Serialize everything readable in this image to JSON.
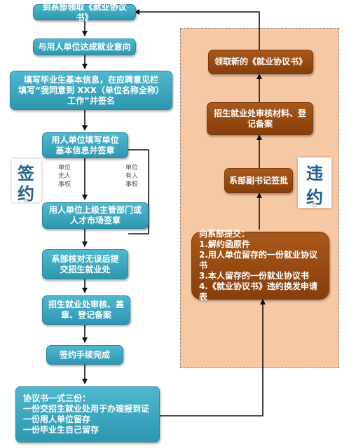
{
  "left_steps": [
    {
      "id": "s1",
      "lines": [
        "到系部领取《就业协议书》"
      ]
    },
    {
      "id": "s2",
      "lines": [
        "与用人单位达成就业意向"
      ]
    },
    {
      "id": "s3",
      "lines": [
        "填写毕业生基本信息，在应聘意见栏",
        "填写“我同意到 XXX（单位名称全称）",
        "工作”并签名"
      ]
    },
    {
      "id": "s4",
      "lines": [
        "用人单位填写单位",
        "基本信息并签章"
      ]
    },
    {
      "id": "s5",
      "lines": [
        "用人单位上级主管部门或",
        "人才市场签章"
      ]
    },
    {
      "id": "s6",
      "lines": [
        "系部核对无误后提",
        "交招生就业处"
      ]
    },
    {
      "id": "s7",
      "lines": [
        "招生就业处审核、盖",
        "章、登记备案"
      ]
    },
    {
      "id": "s8",
      "lines": [
        "签约手续完成"
      ]
    },
    {
      "id": "s9",
      "lines": [
        "协议书一式三份：",
        "一份交招生就业处用于办理报到证",
        "一份用人单位留存",
        "一份毕业生自己留存"
      ]
    }
  ],
  "right_steps": [
    {
      "id": "r1",
      "lines": [
        "领取新的《就业协议书》"
      ]
    },
    {
      "id": "r2",
      "lines": [
        "招生就业处审核材料、登",
        "记备案"
      ]
    },
    {
      "id": "r3",
      "lines": [
        "系部副书记签批"
      ]
    },
    {
      "id": "r4",
      "lines": [
        "向系部提交：",
        "1.解约函原件",
        "2.用人单位留存的一份就业协议书",
        "3.本人留存的一份就业协议书",
        "4.《就业协议书》违约换发申请表"
      ]
    }
  ],
  "branch_notes": {
    "no_superior": "单位\n无人\n事权",
    "has_superior": "单位\n有人\n事权"
  },
  "stamps": {
    "sign": {
      "chars": [
        "签",
        "约"
      ],
      "tiny": "乜"
    },
    "breach": {
      "chars": [
        "违",
        "约"
      ],
      "tiny": "乜"
    }
  },
  "colors": {
    "teal": "#3aa8c1",
    "brown": "#8f460f",
    "panel_fill": "#f6c9a4",
    "arrow": "#111111"
  }
}
